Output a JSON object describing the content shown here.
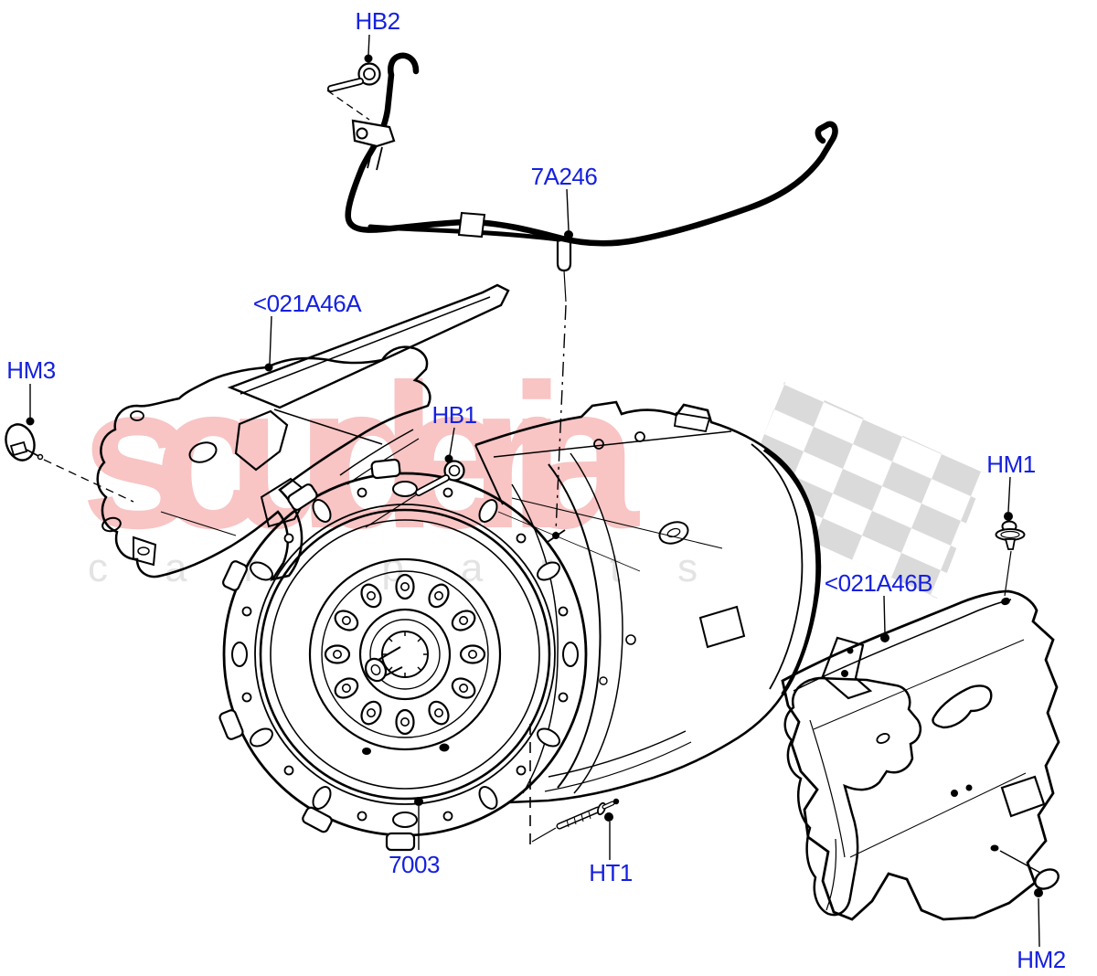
{
  "diagram": {
    "parts": [
      {
        "code": "HB2"
      },
      {
        "code": "7A246"
      },
      {
        "code": "<021A46A"
      },
      {
        "code": "HM3"
      },
      {
        "code": "HB1"
      },
      {
        "code": "HM1"
      },
      {
        "code": "<021A46B"
      },
      {
        "code": "7003"
      },
      {
        "code": "HT1"
      },
      {
        "code": "HM2"
      }
    ],
    "watermark": {
      "brand": "scuderia",
      "subtext": "car parts"
    },
    "colors": {
      "label_blue": "#1520e0",
      "watermark_pink": "#f8c4c4",
      "watermark_gray": "#e3e3e3",
      "flag_gray": "#dadada",
      "line_black": "#000000",
      "background": "#ffffff"
    }
  }
}
